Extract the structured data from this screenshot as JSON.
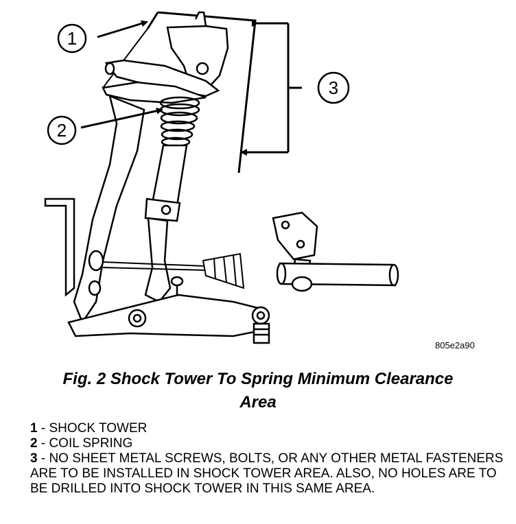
{
  "figure": {
    "callouts": [
      {
        "id": "1",
        "label": "1"
      },
      {
        "id": "2",
        "label": "2"
      },
      {
        "id": "3",
        "label": "3"
      }
    ],
    "code": "805e2a90"
  },
  "caption": {
    "line1": "Fig. 2 Shock Tower To Spring Minimum Clearance",
    "line2": "Area"
  },
  "legend": [
    {
      "num": "1",
      "text": " - SHOCK TOWER"
    },
    {
      "num": "2",
      "text": " - COIL SPRING"
    },
    {
      "num": "3",
      "text": " - NO SHEET METAL SCREWS, BOLTS, OR ANY OTHER METAL FASTENERS ARE TO BE INSTALLED IN SHOCK TOWER AREA. ALSO, NO HOLES ARE TO BE DRILLED INTO SHOCK TOWER IN THIS SAME AREA."
    }
  ]
}
